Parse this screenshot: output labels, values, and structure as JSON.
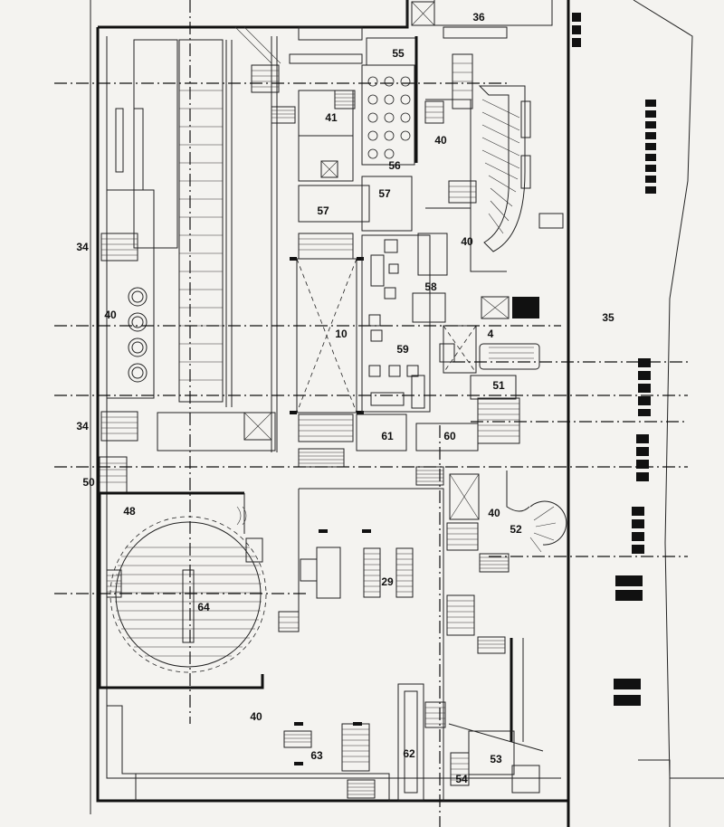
{
  "plan": {
    "kind": "architectural floor plan",
    "room_labels": [
      "36",
      "55",
      "41",
      "40",
      "56",
      "57",
      "57",
      "34",
      "40",
      "10",
      "40",
      "58",
      "59",
      "35",
      "4",
      "51",
      "34",
      "61",
      "60",
      "50",
      "48",
      "40",
      "52",
      "29",
      "64",
      "40",
      "63",
      "62",
      "53",
      "54"
    ]
  }
}
